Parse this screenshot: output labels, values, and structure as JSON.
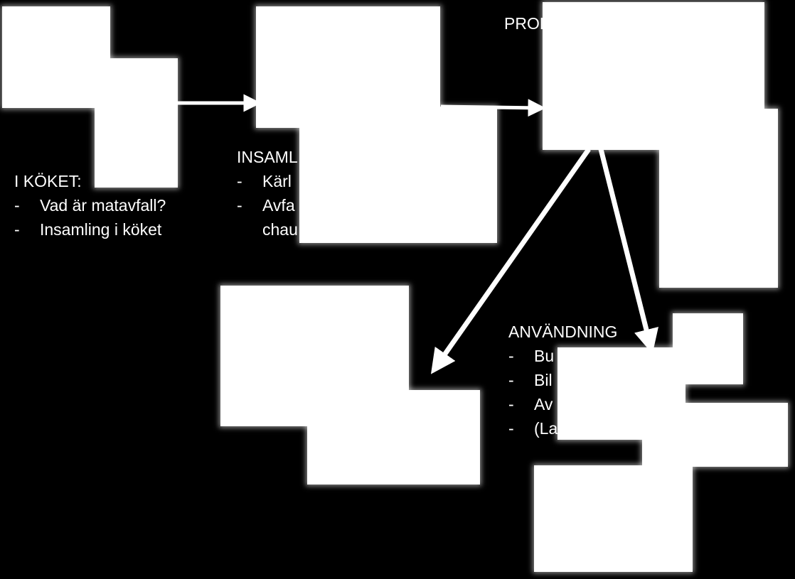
{
  "sections": {
    "koket": {
      "heading": "I KÖKET:",
      "items": [
        "Vad är matavfall?",
        "Insamling i köket"
      ]
    },
    "insamling": {
      "heading": "INSAML",
      "items": [
        "Kärl",
        "Avfa",
        "chau"
      ]
    },
    "produktion": {
      "heading": "PROD"
    },
    "anvandning": {
      "heading": "ANVÄNDNING",
      "items": [
        "Bu",
        "Bil",
        "Av",
        "(La"
      ]
    }
  },
  "bullet": "-",
  "colors": {
    "background": "#000000",
    "foreground": "#ffffff"
  }
}
